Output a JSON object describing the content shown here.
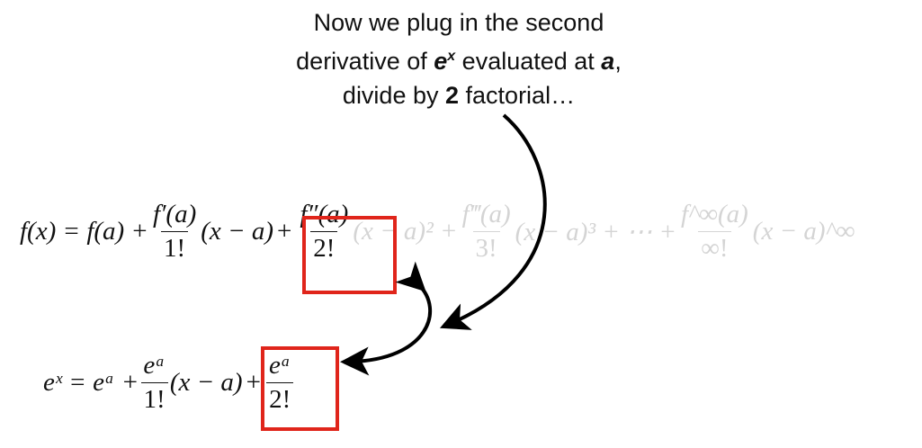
{
  "caption": {
    "line1": "Now we plug in the second",
    "line2_pre": "derivative of ",
    "line2_e": "e",
    "line2_x": "x",
    "line2_mid": " evaluated at ",
    "line2_a": "a",
    "line2_post": ",",
    "line3_pre": "divide by ",
    "line3_num": "2",
    "line3_post": " factorial…"
  },
  "general_formula": {
    "lhs": "f(x) = f(a) + ",
    "t1_num": "f′(a)",
    "t1_den": "1!",
    "t1_tail": "(x − a)",
    "plus": "+",
    "t2_num": "f″(a)",
    "t2_den": "2!",
    "t2_tail": "(x − a)² + ",
    "t3_num": "f‴(a)",
    "t3_den": "3!",
    "t3_tail": "(x − a)³ + ⋯ + ",
    "tn_num": "f^∞(a)",
    "tn_den": "∞!",
    "tn_tail": "(x − a)^∞"
  },
  "exp_formula": {
    "lhs": "eˣ = eᵃ + ",
    "t1_num": "eᵃ",
    "t1_den": "1!",
    "t1_tail": "(x − a)",
    "plus": "+",
    "t2_num": "eᵃ",
    "t2_den": "2!"
  },
  "colors": {
    "highlight_box": "#e0251b",
    "faded_text": "#d4d4d4",
    "text": "#111111"
  }
}
